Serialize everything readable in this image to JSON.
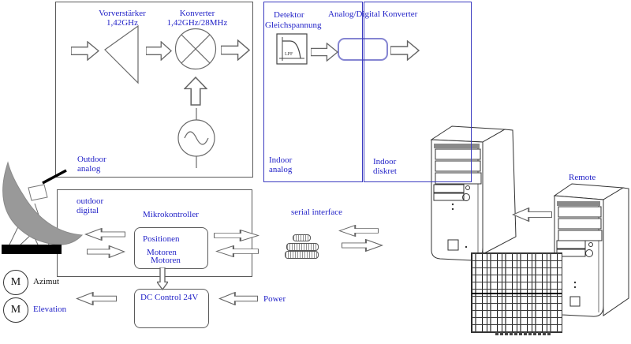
{
  "labels": {
    "preamp_1": "Vorverstärker",
    "preamp_2": "1,42GHz",
    "conv_1": "Konverter",
    "conv_2": "1,42GHz/28MHz",
    "outdoor_analog_1": "Outdoor",
    "outdoor_analog_2": "analog",
    "detector_1": "Detektor",
    "detector_2": "Gleichspannung",
    "lpf": "LPF",
    "adc": "Analog/Digital Konverter",
    "indoor_analog_1": "Indoor",
    "indoor_analog_2": "analog",
    "indoor_diskret_1": "Indoor",
    "indoor_diskret_2": "diskret",
    "outdoor_digital_1": "outdoor",
    "outdoor_digital_2": "digital",
    "microcontroller": "Mikrokontroller",
    "mc_positionen": "Positionen",
    "mc_motoren_a": "Motoren",
    "mc_motoren_b": "Motoren",
    "serial_interface": "serial interface",
    "dc_control": "DC Control 24V",
    "power": "Power",
    "motor_m": "M",
    "azimut": "Azimut",
    "elevation": "Elevation",
    "remote": "Remote"
  },
  "colors": {
    "text_blue": "#2323c8",
    "box_gray": "#5a5a5a",
    "box_blue": "#3a3ac0",
    "adc_border_blue": "#8585d2",
    "dish_gray": "#999999",
    "base_black": "#000000"
  }
}
